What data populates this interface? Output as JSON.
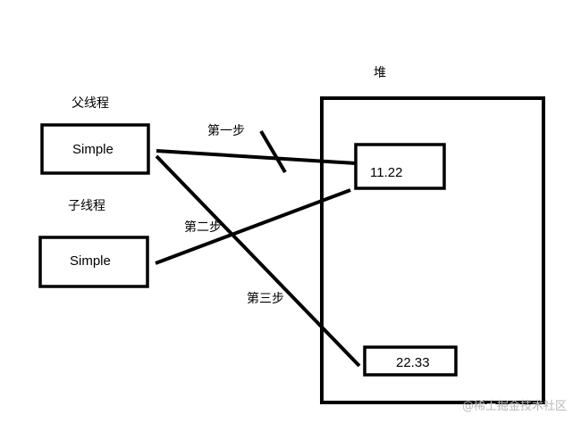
{
  "heap": {
    "label": "堆"
  },
  "parent_thread": {
    "label": "父线程",
    "box_text": "Simple"
  },
  "child_thread": {
    "label": "子线程",
    "box_text": "Simple"
  },
  "heap_values": {
    "first": "11.22",
    "second": "22.33"
  },
  "steps": {
    "step1": "第一步",
    "step2": "第二步",
    "step3": "第三步"
  },
  "watermark": "@稀土掘金技术社区",
  "colors": {
    "stroke": "#000000",
    "background": "#ffffff",
    "watermark": "#b8b8b8"
  }
}
